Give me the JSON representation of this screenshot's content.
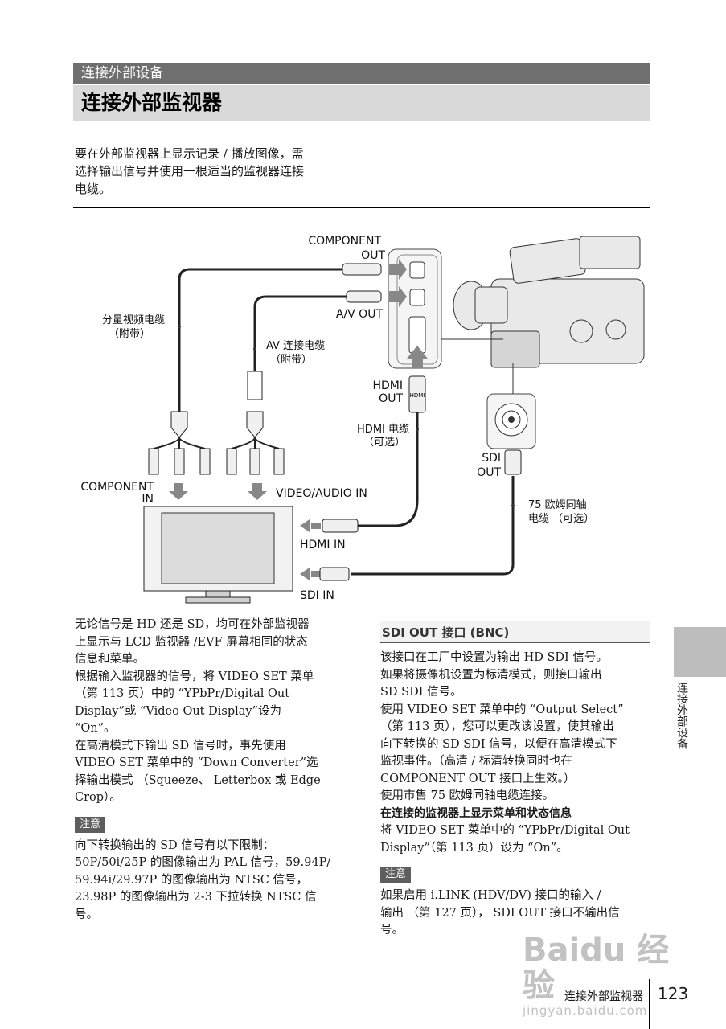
{
  "header": {
    "section": "连接外部设备",
    "title": "连接外部监视器"
  },
  "intro": {
    "lines": [
      "要在外部监视器上显示记录 / 播放图像，需",
      "选择输出信号并使用一根适当的监视器连接",
      "电缆。"
    ]
  },
  "diagram": {
    "component_out": [
      "COMPONENT",
      "OUT"
    ],
    "av_out": "A/V OUT",
    "component_cable": [
      "分量视频电缆",
      "（附带）"
    ],
    "av_cable": [
      "AV 连接电缆",
      "（附带）"
    ],
    "hdmi_out": [
      "HDMI",
      "OUT"
    ],
    "hdmi_cable": [
      "HDMI 电缆",
      "（可选）"
    ],
    "sdi_out": [
      "SDI",
      "OUT"
    ],
    "coax_cable": [
      "75 欧姆同轴",
      "电缆 （可选）"
    ],
    "component_in": [
      "COMPONENT",
      "IN"
    ],
    "video_audio_in": "VIDEO/AUDIO IN",
    "hdmi_in": "HDMI IN",
    "sdi_in": "SDI IN",
    "hdmi_plug": "HDMI"
  },
  "left_column": {
    "paragraphs": [
      [
        "无论信号是 HD 还是 SD，均可在外部监视器",
        "上显示与 LCD 监视器 /EVF 屏幕相同的状态",
        "信息和菜单。"
      ],
      [
        "根据输入监视器的信号，将 VIDEO SET 菜单",
        "（第 113 页）中的 “YPbPr/Digital Out",
        "Display”或 “Video Out Display”设为",
        "“On”。"
      ],
      [
        "在高清模式下输出 SD 信号时，事先使用",
        "VIDEO SET 菜单中的 “Down Converter”选",
        "择输出模式 （Squeeze、 Letterbox 或 Edge",
        "Crop）。"
      ]
    ],
    "note_label": "注意",
    "note_lines": [
      "向下转换输出的 SD 信号有以下限制：",
      "50P/50i/25P 的图像输出为 PAL 信号，59.94P/",
      "59.94i/29.97P 的图像输出为 NTSC 信号，",
      "23.98P 的图像输出为 2-3 下拉转换 NTSC 信",
      "号。"
    ]
  },
  "right_column": {
    "section_title": "SDI OUT 接口 (BNC)",
    "paragraph_lines": [
      "该接口在工厂中设置为输出 HD SDI 信号。",
      "如果将摄像机设置为标清模式，则接口输出",
      "SD SDI 信号。",
      "使用 VIDEO SET 菜单中的 “Output Select”",
      "（第 113 页），您可以更改该设置，使其输出",
      "向下转换的 SD SDI 信号，以便在高清模式下",
      "监视事件。（高清 / 标清转换同时也在",
      "COMPONENT OUT 接口上生效。）",
      "使用市售 75 欧姆同轴电缆连接。"
    ],
    "subheading": "在连接的监视器上显示菜单和状态信息",
    "sub_lines": [
      "将 VIDEO SET 菜单中的 “YPbPr/Digital Out",
      "Display”（第 113 页）设为 “On”。"
    ],
    "note_label": "注意",
    "note_lines": [
      "如果启用 i.LINK (HDV/DV) 接口的输入 /",
      "输出 （第 127 页）， SDI OUT 接口不输出信",
      "号。"
    ]
  },
  "side_tab": "连接外部设备",
  "footer": {
    "title": "连接外部监视器",
    "page": "123"
  },
  "watermark": {
    "main": "Baidu 经验",
    "sub": "jingyan.baidu.com"
  }
}
